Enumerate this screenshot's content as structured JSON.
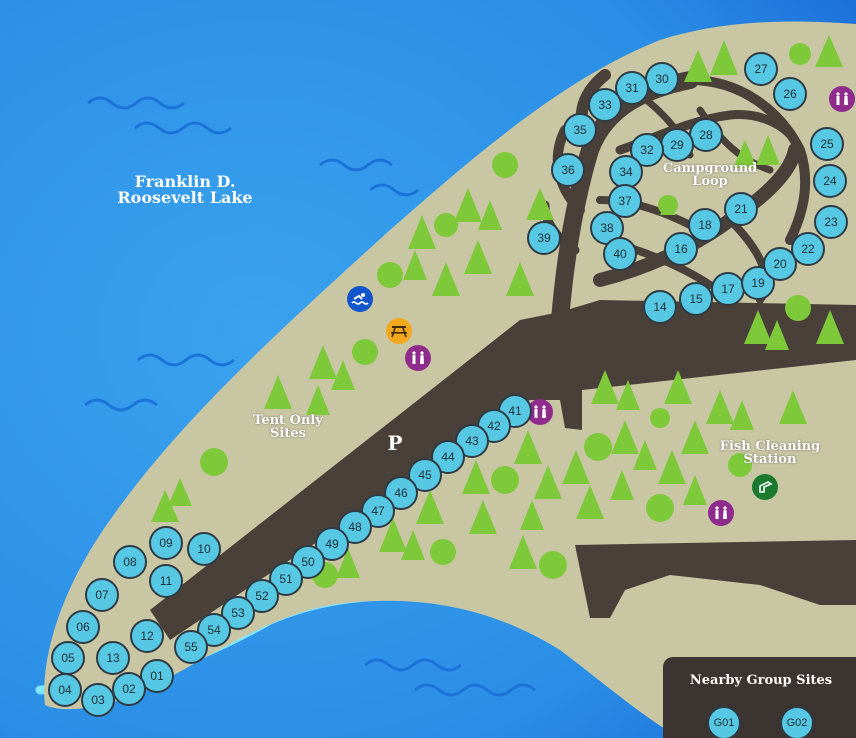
{
  "map": {
    "lake_label_line1": "Franklin D.",
    "lake_label_line2": "Roosevelt Lake",
    "campground_loop_line1": "Campground",
    "campground_loop_line2": "Loop",
    "tent_only_line1": "Tent Only",
    "tent_only_line2": "Sites",
    "fish_cleaning_line1": "Fish Cleaning",
    "fish_cleaning_line2": "Station",
    "parking_label": "P",
    "group_sites_title": "Nearby Group Sites"
  },
  "colors": {
    "water": "#2e93e8",
    "land": "#c9c6a4",
    "road": "#4a403a",
    "site_fill": "#56c8e3",
    "site_border": "#2e3b44",
    "tree": "#7ec93a",
    "restroom": "#8e2b8c",
    "swim": "#1155cc",
    "picnic": "#f2a81d",
    "fish": "#1a7a2e"
  },
  "icons": {
    "swim": "swimming-icon",
    "picnic": "picnic-table-icon",
    "restroom": "restroom-icon",
    "fish_cleaning": "fish-cleaning-icon",
    "wave": "water-wave-icon",
    "tree": "tree-icon"
  },
  "sites": [
    "01",
    "02",
    "03",
    "04",
    "05",
    "06",
    "07",
    "08",
    "09",
    "10",
    "11",
    "12",
    "13",
    "14",
    "15",
    "16",
    "17",
    "18",
    "19",
    "20",
    "21",
    "22",
    "23",
    "24",
    "25",
    "26",
    "27",
    "28",
    "29",
    "30",
    "31",
    "32",
    "33",
    "34",
    "35",
    "36",
    "37",
    "38",
    "39",
    "40",
    "41",
    "42",
    "43",
    "44",
    "45",
    "46",
    "47",
    "48",
    "49",
    "50",
    "51",
    "52",
    "53",
    "54",
    "55"
  ],
  "group_sites": [
    "G01",
    "G02"
  ]
}
